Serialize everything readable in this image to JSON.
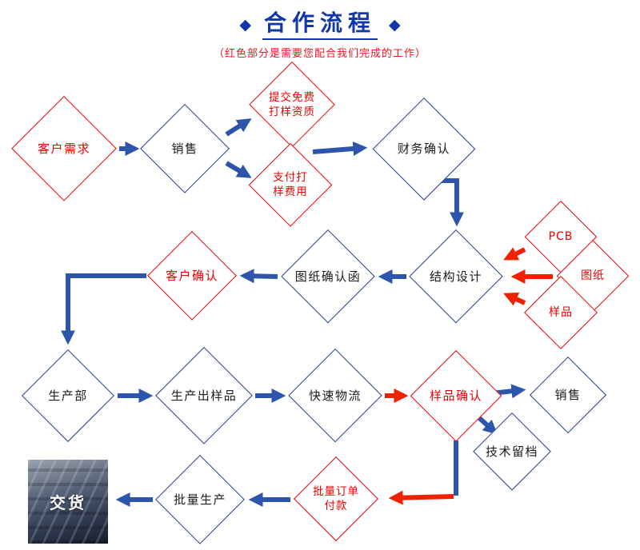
{
  "header": {
    "decor_left": "◆",
    "decor_right": "◆",
    "title": "合作流程",
    "subtitle": "（红色部分是需要您配合我们完成的工作）"
  },
  "colors": {
    "node_blue_border": "#203c8f",
    "node_red_border": "#ee0000",
    "arrow_blue": "#2d55ab",
    "arrow_red": "#ee2200",
    "title_blue": "#1238a8",
    "subtitle_red": "#f0141e",
    "node_text_dark": "#1b1b1b",
    "photo_text_white": "#ffffff"
  },
  "nodes": {
    "customer_needs": {
      "label": "客户需求"
    },
    "sales_top": {
      "label": "销售"
    },
    "submit_free_sample": {
      "label": "提交免费\n打样资质"
    },
    "pay_sample_fee": {
      "label": "支付打\n样费用"
    },
    "finance_confirm": {
      "label": "财务确认"
    },
    "structure_design": {
      "label": "结构设计"
    },
    "drawing_confirm_letter": {
      "label": "图纸确认函"
    },
    "customer_confirm": {
      "label": "客户确认"
    },
    "pcb": {
      "label": "PCB"
    },
    "drawing": {
      "label": "图纸"
    },
    "sample": {
      "label": "样品"
    },
    "production_dept": {
      "label": "生产部"
    },
    "produce_sample": {
      "label": "生产出样品"
    },
    "fast_logistics": {
      "label": "快速物流"
    },
    "sample_confirm": {
      "label": "样品确认"
    },
    "sales_bottom": {
      "label": "销售"
    },
    "tech_archive": {
      "label": "技术留档"
    },
    "mass_production": {
      "label": "批量生产"
    },
    "batch_order_payment": {
      "label": "批量订单\n付款"
    },
    "delivery": {
      "label": "交货"
    }
  }
}
